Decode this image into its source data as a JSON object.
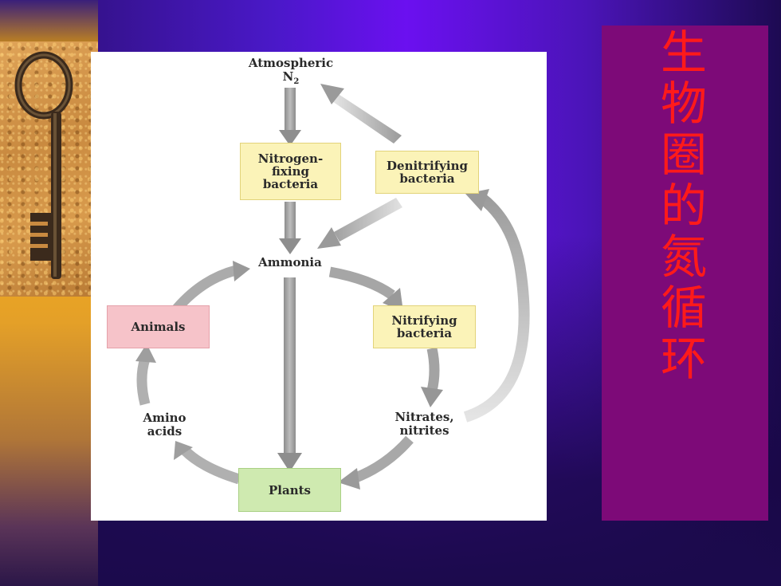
{
  "slide": {
    "title": "生物圈的氮循环"
  },
  "diagram": {
    "atmospheric_n2": {
      "line1": "Atmospheric",
      "line2": "N",
      "subscript": "2"
    },
    "nitrogen_fixing": [
      "Nitrogen-",
      "fixing",
      "bacteria"
    ],
    "denitrifying": [
      "Denitrifying",
      "bacteria"
    ],
    "ammonia": "Ammonia",
    "animals": "Animals",
    "nitrifying": [
      "Nitrifying",
      "bacteria"
    ],
    "amino_acids": [
      "Amino",
      "acids"
    ],
    "nitrates": [
      "Nitrates,",
      "nitrites"
    ],
    "plants": "Plants"
  },
  "colors": {
    "title_red": "#ff1a1a",
    "title_panel": "#7d0a78",
    "box_yellow": "#fbf3b8",
    "box_pink": "#f6c3c9",
    "box_green": "#cfeab0",
    "arrow_gray": "#a8a8a8"
  }
}
